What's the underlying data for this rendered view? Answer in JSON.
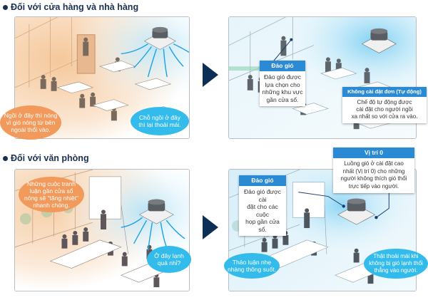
{
  "sections": [
    {
      "title": "Đối với cửa hàng và nhà hàng",
      "before": {
        "bubbles": [
          {
            "text": "Ngồi ở đây thì nóng\nvì gió nóng từ bên\nngoài thổi vào.",
            "color": "#f29a5c"
          },
          {
            "text": "Chỗ ngồi ở đây\nthì lại thoải mái.",
            "color": "#33bbec"
          }
        ]
      },
      "after": {
        "callouts": [
          {
            "title": "Đảo gió",
            "body": "Đảo gió được\nlựa chọn cho\nnhững khu vực\ngần cửa sổ."
          },
          {
            "title": "Không cài đặt đơn (Tự động)",
            "body": "Chế độ tự động được\ncài đặt cho người ngồi\nxa nhất so với cửa ra vào."
          }
        ]
      }
    },
    {
      "title": "Đối với văn phòng",
      "before": {
        "bubbles": [
          {
            "text": "Những cuộc tranh\nluận gần cửa sổ\nnóng sẽ \"tăng nhiệt\"\nnhanh chóng.",
            "color": "#f29a5c"
          },
          {
            "text": "Ở đây lạnh\nquá nhỉ?",
            "color": "#33bbec"
          }
        ]
      },
      "after": {
        "callouts": [
          {
            "title": "Vị trí 0",
            "body": "Luồng gió ở cài đặt cao\nnhất (Vị trí 0) cho những\nngười không thích gió thổi\ntrực tiếp vào người."
          },
          {
            "title": "Đảo gió",
            "body": "Đảo gió được cài\nđặt cho các cuộc\nhọp gần cửa sổ."
          }
        ],
        "bubbles": [
          {
            "text": "Thảo luận nhẹ\nnhàng thông suốt.",
            "color": "#33bbec"
          },
          {
            "text": "Thật thoải mái khi\nkhông bị gió lạnh thổi\nthẳng vào người.",
            "color": "#33bbec"
          }
        ]
      }
    }
  ],
  "colors": {
    "title": "#1a3050",
    "arrow": "#0d2e55",
    "callout_header": "#2a8ad4",
    "warm": "#f29a5c",
    "cool": "#33bbec"
  }
}
